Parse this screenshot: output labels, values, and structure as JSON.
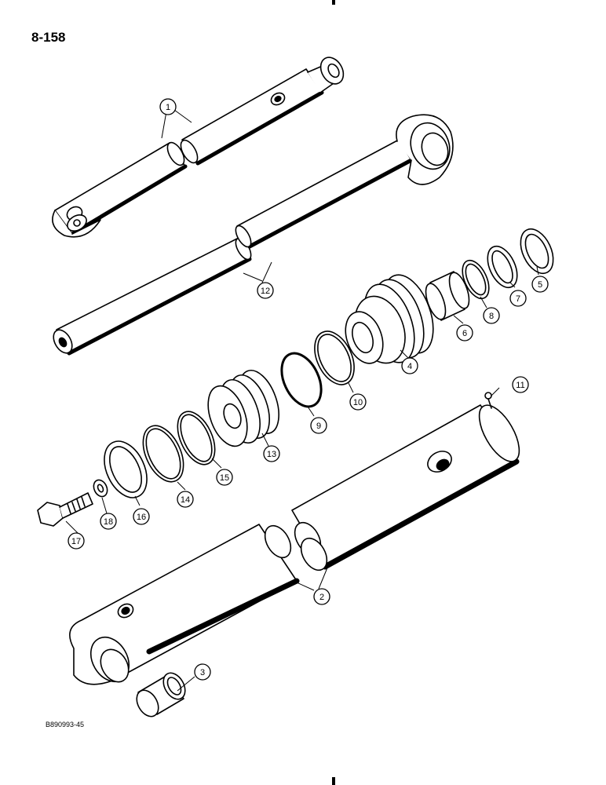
{
  "page": {
    "number": "8-158",
    "figure_code": "B890993-45"
  },
  "callouts": [
    {
      "id": "c1",
      "label": "1"
    },
    {
      "id": "c2",
      "label": "2"
    },
    {
      "id": "c3",
      "label": "3"
    },
    {
      "id": "c4",
      "label": "4"
    },
    {
      "id": "c5",
      "label": "5"
    },
    {
      "id": "c6",
      "label": "6"
    },
    {
      "id": "c7",
      "label": "7"
    },
    {
      "id": "c8",
      "label": "8"
    },
    {
      "id": "c9",
      "label": "9"
    },
    {
      "id": "c10",
      "label": "10"
    },
    {
      "id": "c11",
      "label": "11"
    },
    {
      "id": "c12",
      "label": "12"
    },
    {
      "id": "c13",
      "label": "13"
    },
    {
      "id": "c14",
      "label": "14"
    },
    {
      "id": "c15",
      "label": "15"
    },
    {
      "id": "c16",
      "label": "16"
    },
    {
      "id": "c17",
      "label": "17"
    },
    {
      "id": "c18",
      "label": "18"
    }
  ]
}
